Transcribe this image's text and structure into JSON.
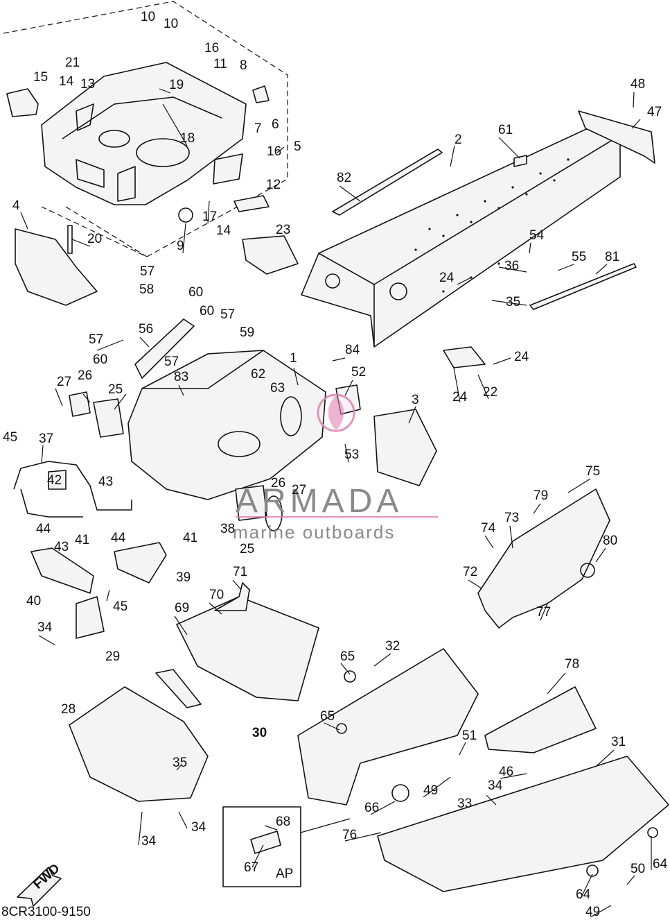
{
  "diagram": {
    "code": "8CR3100-9150",
    "fwd_label": "FWD",
    "inset_label": "AP",
    "callouts": [
      {
        "id": "c1",
        "text": "1"
      },
      {
        "id": "c2",
        "text": "2"
      },
      {
        "id": "c3",
        "text": "3"
      },
      {
        "id": "c4",
        "text": "4"
      },
      {
        "id": "c5",
        "text": "5"
      },
      {
        "id": "c6",
        "text": "6"
      },
      {
        "id": "c7",
        "text": "7"
      },
      {
        "id": "c8",
        "text": "8"
      },
      {
        "id": "c9",
        "text": "9"
      },
      {
        "id": "c10a",
        "text": "10"
      },
      {
        "id": "c10b",
        "text": "10"
      },
      {
        "id": "c11",
        "text": "11"
      },
      {
        "id": "c12",
        "text": "12"
      },
      {
        "id": "c13",
        "text": "13"
      },
      {
        "id": "c14a",
        "text": "14"
      },
      {
        "id": "c14b",
        "text": "14"
      },
      {
        "id": "c15",
        "text": "15"
      },
      {
        "id": "c16a",
        "text": "16"
      },
      {
        "id": "c16b",
        "text": "16"
      },
      {
        "id": "c17",
        "text": "17"
      },
      {
        "id": "c18",
        "text": "18"
      },
      {
        "id": "c19",
        "text": "19"
      },
      {
        "id": "c20",
        "text": "20"
      },
      {
        "id": "c21",
        "text": "21"
      },
      {
        "id": "c22",
        "text": "22"
      },
      {
        "id": "c23",
        "text": "23"
      },
      {
        "id": "c24a",
        "text": "24"
      },
      {
        "id": "c24b",
        "text": "24"
      },
      {
        "id": "c24c",
        "text": "24"
      },
      {
        "id": "c25a",
        "text": "25"
      },
      {
        "id": "c25b",
        "text": "25"
      },
      {
        "id": "c26a",
        "text": "26"
      },
      {
        "id": "c26b",
        "text": "26"
      },
      {
        "id": "c27a",
        "text": "27"
      },
      {
        "id": "c27b",
        "text": "27"
      },
      {
        "id": "c28",
        "text": "28"
      },
      {
        "id": "c29",
        "text": "29"
      },
      {
        "id": "c30",
        "text": "30"
      },
      {
        "id": "c31",
        "text": "31"
      },
      {
        "id": "c32",
        "text": "32"
      },
      {
        "id": "c33",
        "text": "33"
      },
      {
        "id": "c34a",
        "text": "34"
      },
      {
        "id": "c34b",
        "text": "34"
      },
      {
        "id": "c34c",
        "text": "34"
      },
      {
        "id": "c34d",
        "text": "34"
      },
      {
        "id": "c35a",
        "text": "35"
      },
      {
        "id": "c35b",
        "text": "35"
      },
      {
        "id": "c36",
        "text": "36"
      },
      {
        "id": "c37",
        "text": "37"
      },
      {
        "id": "c38",
        "text": "38"
      },
      {
        "id": "c39",
        "text": "39"
      },
      {
        "id": "c40",
        "text": "40"
      },
      {
        "id": "c41a",
        "text": "41"
      },
      {
        "id": "c41b",
        "text": "41"
      },
      {
        "id": "c42",
        "text": "42"
      },
      {
        "id": "c43a",
        "text": "43"
      },
      {
        "id": "c43b",
        "text": "43"
      },
      {
        "id": "c44a",
        "text": "44"
      },
      {
        "id": "c44b",
        "text": "44"
      },
      {
        "id": "c45a",
        "text": "45"
      },
      {
        "id": "c45b",
        "text": "45"
      },
      {
        "id": "c46",
        "text": "46"
      },
      {
        "id": "c47",
        "text": "47"
      },
      {
        "id": "c48",
        "text": "48"
      },
      {
        "id": "c49a",
        "text": "49"
      },
      {
        "id": "c49b",
        "text": "49"
      },
      {
        "id": "c50",
        "text": "50"
      },
      {
        "id": "c51",
        "text": "51"
      },
      {
        "id": "c52",
        "text": "52"
      },
      {
        "id": "c53",
        "text": "53"
      },
      {
        "id": "c54",
        "text": "54"
      },
      {
        "id": "c55",
        "text": "55"
      },
      {
        "id": "c56",
        "text": "56"
      },
      {
        "id": "c57a",
        "text": "57"
      },
      {
        "id": "c57b",
        "text": "57"
      },
      {
        "id": "c57c",
        "text": "57"
      },
      {
        "id": "c57d",
        "text": "57"
      },
      {
        "id": "c58",
        "text": "58"
      },
      {
        "id": "c59",
        "text": "59"
      },
      {
        "id": "c60a",
        "text": "60"
      },
      {
        "id": "c60b",
        "text": "60"
      },
      {
        "id": "c60c",
        "text": "60"
      },
      {
        "id": "c61",
        "text": "61"
      },
      {
        "id": "c62",
        "text": "62"
      },
      {
        "id": "c63",
        "text": "63"
      },
      {
        "id": "c64a",
        "text": "64"
      },
      {
        "id": "c64b",
        "text": "64"
      },
      {
        "id": "c65a",
        "text": "65"
      },
      {
        "id": "c65b",
        "text": "65"
      },
      {
        "id": "c66",
        "text": "66"
      },
      {
        "id": "c67",
        "text": "67"
      },
      {
        "id": "c68",
        "text": "68"
      },
      {
        "id": "c69",
        "text": "69"
      },
      {
        "id": "c70",
        "text": "70"
      },
      {
        "id": "c71",
        "text": "71"
      },
      {
        "id": "c72",
        "text": "72"
      },
      {
        "id": "c73",
        "text": "73"
      },
      {
        "id": "c74",
        "text": "74"
      },
      {
        "id": "c75",
        "text": "75"
      },
      {
        "id": "c76",
        "text": "76"
      },
      {
        "id": "c77",
        "text": "77"
      },
      {
        "id": "c78",
        "text": "78"
      },
      {
        "id": "c79",
        "text": "79"
      },
      {
        "id": "c80",
        "text": "80"
      },
      {
        "id": "c81",
        "text": "81"
      },
      {
        "id": "c82",
        "text": "82"
      },
      {
        "id": "c83",
        "text": "83"
      },
      {
        "id": "c84",
        "text": "84"
      }
    ]
  },
  "watermark": {
    "brand": "ARMADA",
    "tagline": "marine outboards",
    "color": "#e07fb0"
  }
}
